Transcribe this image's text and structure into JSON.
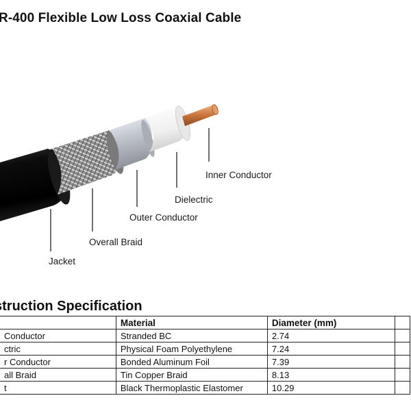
{
  "title": "R-400 Flexible Low Loss Coaxial Cable",
  "diagram": {
    "labels": {
      "inner_conductor": "Inner Conductor",
      "dielectric": "Dielectric",
      "outer_conductor": "Outer Conductor",
      "overall_braid": "Overall Braid",
      "jacket": "Jacket"
    }
  },
  "spec": {
    "heading": "struction Specification",
    "columns": [
      "",
      "Material",
      "Diameter (mm)",
      ""
    ],
    "rows": [
      {
        "component": " Conductor",
        "material": "Stranded BC",
        "diameter": "2.74"
      },
      {
        "component": "ctric",
        "material": "Physical Foam Polyethylene",
        "diameter": "7.24"
      },
      {
        "component": "r Conductor",
        "material": "Bonded Aluminum Foil",
        "diameter": "7.39"
      },
      {
        "component": "all Braid",
        "material": "Tin Copper Braid",
        "diameter": "8.13"
      },
      {
        "component": "t",
        "material": "Black Thermoplastic Elastomer",
        "diameter": "10.29"
      }
    ]
  },
  "colors": {
    "jacket": "#111111",
    "braid": "#9a9a9a",
    "foil": "#c8ccd4",
    "dielectric": "#f2f2f2",
    "copper": "#c8743a"
  }
}
